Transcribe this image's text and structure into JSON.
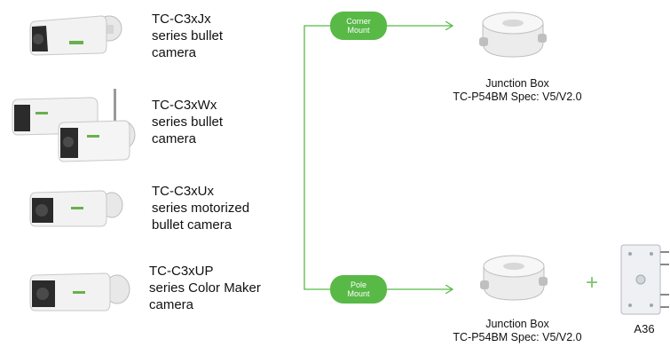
{
  "cameras": [
    {
      "label": "TC-C3xJx\nseries bullet\ncamera"
    },
    {
      "label": "TC-C3xWx\nseries bullet\ncamera"
    },
    {
      "label": "TC-C3xUx\nseries motorized\nbullet camera"
    },
    {
      "label": "TC-C3xUP\nseries Color Maker\ncamera"
    }
  ],
  "mounts": [
    {
      "label": "Corner\nMount"
    },
    {
      "label": "Pole\nMount"
    }
  ],
  "junction_boxes": [
    {
      "label": "Junction Box\nTC-P54BM Spec: V5/V2.0"
    },
    {
      "label": "Junction Box\nTC-P54BM Spec: V5/V2.0"
    }
  ],
  "accessory": {
    "label": "A36"
  },
  "plus_sign": "+",
  "colors": {
    "connector": "#58b947",
    "pill": "#58b947"
  }
}
